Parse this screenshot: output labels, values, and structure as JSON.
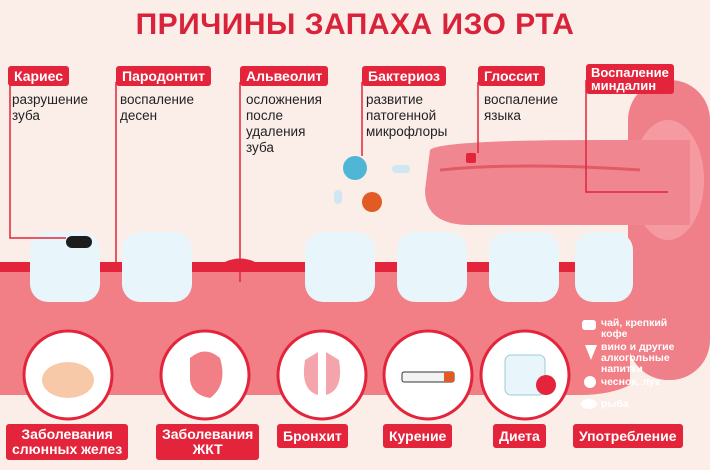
{
  "title": "ПРИЧИНЫ ЗАПАХА ИЗО РТА",
  "causes": [
    {
      "label": "Кариес",
      "desc": [
        "разрушение",
        "зуба"
      ]
    },
    {
      "label": "Пародонтит",
      "desc": [
        "воспаление",
        "десен"
      ]
    },
    {
      "label": "Альвеолит",
      "desc": [
        "осложнения",
        "после",
        "удаления",
        "зуба"
      ]
    },
    {
      "label": "Бактериоз",
      "desc": [
        "развитие",
        "патогенной",
        "микрофлоры"
      ]
    },
    {
      "label": "Глоссит",
      "desc": [
        "воспаление",
        "языка"
      ]
    },
    {
      "label": "Воспаление миндалин",
      "label_lines": [
        "Воспаление",
        "миндалин"
      ],
      "desc": []
    }
  ],
  "bottom": [
    {
      "label_lines": [
        "Заболевания",
        "слюнных желез"
      ]
    },
    {
      "label_lines": [
        "Заболевания",
        "ЖКТ"
      ]
    },
    {
      "label_lines": [
        "Бронхит"
      ]
    },
    {
      "label_lines": [
        "Курение"
      ]
    },
    {
      "label_lines": [
        "Диета"
      ]
    },
    {
      "label_lines": [
        "Употребление"
      ]
    }
  ],
  "consumption": [
    {
      "icon": "cup-icon",
      "lines": [
        "чай, крепкий",
        "кофе"
      ]
    },
    {
      "icon": "wine-glass-icon",
      "lines": [
        "вино и другие",
        "алкогольные",
        "напитки"
      ]
    },
    {
      "icon": "garlic-icon",
      "lines": [
        "чеснок, лук"
      ]
    },
    {
      "icon": "fish-icon",
      "lines": [
        "рыба"
      ]
    }
  ],
  "colors": {
    "accent": "#e3243b",
    "gum": "#f27e86",
    "gum_dark": "#e3243b",
    "tooth": "#e8f6fb",
    "background": "#fbeee9"
  }
}
